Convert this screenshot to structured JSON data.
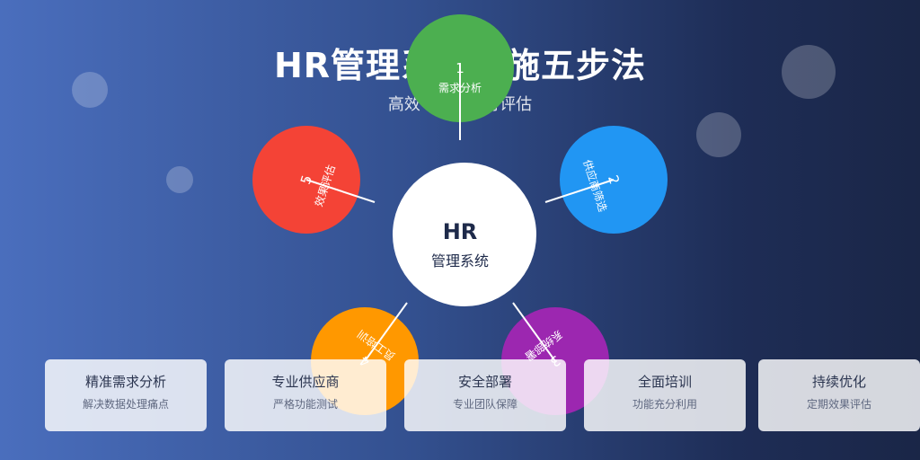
{
  "header": {
    "title": "HR管理系统实施五步法",
    "subtitle": "高效 · 安全 · 可评估"
  },
  "center": {
    "line1": "HR",
    "line2": "管理系统"
  },
  "steps": [
    {
      "number": "1",
      "label": "需求分析",
      "color": "#4caf50"
    },
    {
      "number": "2",
      "label": "供应商筛选",
      "color": "#2196f3"
    },
    {
      "number": "3",
      "label": "系统部署",
      "color": "#9c27b0"
    },
    {
      "number": "4",
      "label": "员工培训",
      "color": "#ff9800"
    },
    {
      "number": "5",
      "label": "效果评估",
      "color": "#f44336"
    }
  ],
  "cards": [
    {
      "title": "精准需求分析",
      "desc": "解决数据处理痛点"
    },
    {
      "title": "专业供应商",
      "desc": "严格功能测试"
    },
    {
      "title": "安全部署",
      "desc": "专业团队保障"
    },
    {
      "title": "全面培训",
      "desc": "功能充分利用"
    },
    {
      "title": "持续优化",
      "desc": "定期效果评估"
    }
  ]
}
